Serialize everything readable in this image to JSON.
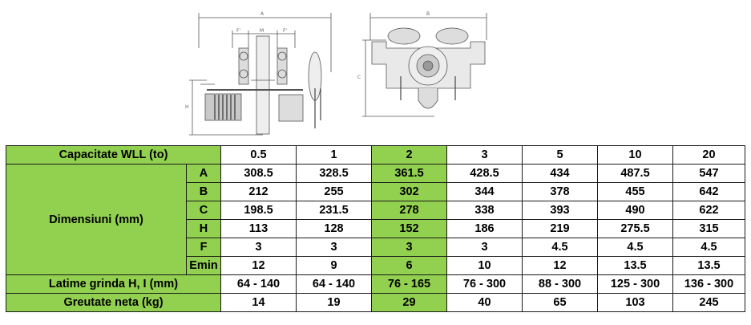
{
  "drawing_labels": {
    "A": "A",
    "M": "M",
    "F": "F'",
    "H": "H",
    "B": "B",
    "C": "C"
  },
  "table": {
    "header_label": "Capacitate WLL (to)",
    "capacities": [
      "0.5",
      "1",
      "2",
      "3",
      "5",
      "10",
      "20"
    ],
    "dim_group_label": "Dimensiuni (mm)",
    "dim_rows": [
      {
        "label": "A",
        "values": [
          "308.5",
          "328.5",
          "361.5",
          "428.5",
          "434",
          "487.5",
          "547"
        ]
      },
      {
        "label": "B",
        "values": [
          "212",
          "255",
          "302",
          "344",
          "378",
          "455",
          "642"
        ]
      },
      {
        "label": "C",
        "values": [
          "198.5",
          "231.5",
          "278",
          "338",
          "393",
          "490",
          "622"
        ]
      },
      {
        "label": "H",
        "values": [
          "113",
          "128",
          "152",
          "186",
          "219",
          "275.5",
          "315"
        ]
      },
      {
        "label": "F",
        "values": [
          "3",
          "3",
          "3",
          "3",
          "4.5",
          "4.5",
          "4.5"
        ]
      },
      {
        "label": "Emin",
        "values": [
          "12",
          "9",
          "6",
          "10",
          "12",
          "13.5",
          "13.5"
        ]
      }
    ],
    "beam_row": {
      "label": "Latime grinda H, I (mm)",
      "values": [
        "64 - 140",
        "64 - 140",
        "76 - 165",
        "76 - 300",
        "88 - 300",
        "125 - 300",
        "136 - 300"
      ]
    },
    "weight_row": {
      "label": "Greutate neta (kg)",
      "values": [
        "14",
        "19",
        "29",
        "40",
        "65",
        "103",
        "245"
      ]
    }
  },
  "colors": {
    "highlight": "#92d050",
    "border": "#1a1a1a"
  }
}
